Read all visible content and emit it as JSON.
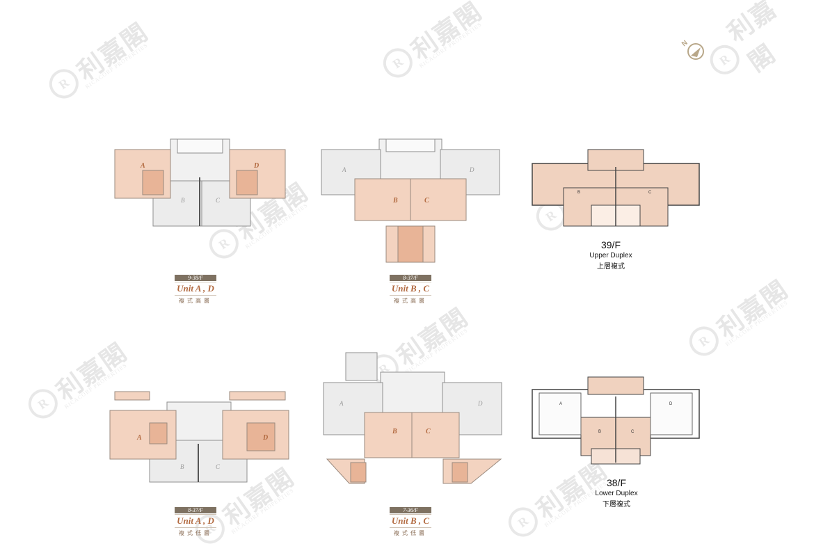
{
  "watermark": {
    "seal": "R",
    "chinese": "利嘉閣",
    "english": "RICACORP PROPERTIES"
  },
  "compass": {
    "label": "N"
  },
  "plans": {
    "p1": {
      "floor": "9-38/F",
      "unit": "Unit A , D",
      "type": "複式高層"
    },
    "p2": {
      "floor": "8-37/F",
      "unit": "Unit B , C",
      "type": "複式高層"
    },
    "p3": {
      "floor": "39/F",
      "en": "Upper Duplex",
      "cn": "上層複式"
    },
    "p4": {
      "floor": "8-37/F",
      "unit": "Unit A , D",
      "type": "複式低層"
    },
    "p5": {
      "floor": "7-36/F",
      "unit": "Unit B , C",
      "type": "複式低層"
    },
    "p6": {
      "floor": "38/F",
      "en": "Lower Duplex",
      "cn": "下層複式"
    }
  },
  "unit_letters": {
    "a": "A",
    "b": "B",
    "c": "C",
    "d": "D"
  },
  "colors": {
    "highlight": "#f3d3c0",
    "highlight_dark": "#e8b497",
    "grey": "#ececec",
    "line": "#8f8f8f",
    "caption_bg": "#7e7161",
    "caption_text": "#b26a40"
  }
}
